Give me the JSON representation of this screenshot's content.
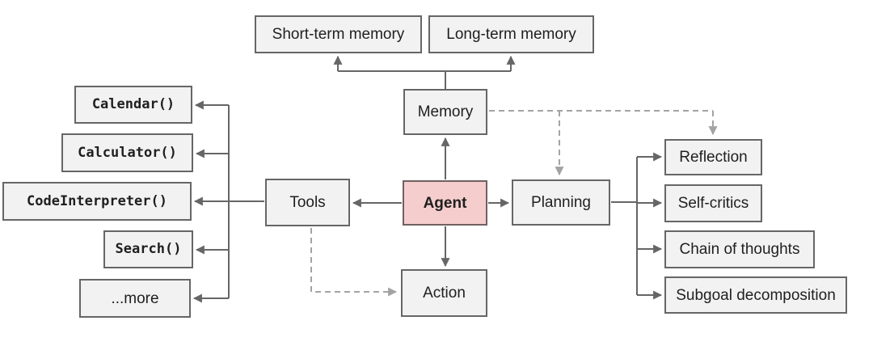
{
  "diagram": {
    "kind": "flowchart",
    "subject": "LLM agent architecture overview",
    "nodes": {
      "agent": {
        "label": "Agent"
      },
      "memory": {
        "label": "Memory"
      },
      "tools": {
        "label": "Tools"
      },
      "planning": {
        "label": "Planning"
      },
      "action": {
        "label": "Action"
      },
      "short_term": {
        "label": "Short-term memory"
      },
      "long_term": {
        "label": "Long-term memory"
      },
      "calendar": {
        "label": "Calendar()"
      },
      "calculator": {
        "label": "Calculator()"
      },
      "code_interpreter": {
        "label": "CodeInterpreter()"
      },
      "search": {
        "label": "Search()"
      },
      "more": {
        "label": "...more"
      },
      "reflection": {
        "label": "Reflection"
      },
      "self_critics": {
        "label": "Self-critics"
      },
      "chain_of_thoughts": {
        "label": "Chain of thoughts"
      },
      "subgoal": {
        "label": "Subgoal decomposition"
      }
    },
    "edges": [
      {
        "from": "agent",
        "to": "memory",
        "style": "solid"
      },
      {
        "from": "memory",
        "to": "short_term",
        "style": "solid"
      },
      {
        "from": "memory",
        "to": "long_term",
        "style": "solid"
      },
      {
        "from": "agent",
        "to": "tools",
        "style": "solid"
      },
      {
        "from": "agent",
        "to": "planning",
        "style": "solid"
      },
      {
        "from": "agent",
        "to": "action",
        "style": "solid"
      },
      {
        "from": "tools",
        "to": "calendar",
        "style": "solid"
      },
      {
        "from": "tools",
        "to": "calculator",
        "style": "solid"
      },
      {
        "from": "tools",
        "to": "code_interpreter",
        "style": "solid"
      },
      {
        "from": "tools",
        "to": "search",
        "style": "solid"
      },
      {
        "from": "tools",
        "to": "more",
        "style": "solid"
      },
      {
        "from": "planning",
        "to": "reflection",
        "style": "solid"
      },
      {
        "from": "planning",
        "to": "self_critics",
        "style": "solid"
      },
      {
        "from": "planning",
        "to": "chain_of_thoughts",
        "style": "solid"
      },
      {
        "from": "planning",
        "to": "subgoal",
        "style": "solid"
      },
      {
        "from": "memory",
        "to": "planning",
        "style": "dashed"
      },
      {
        "from": "memory",
        "to": "reflection",
        "style": "dashed"
      },
      {
        "from": "tools",
        "to": "action",
        "style": "dashed"
      }
    ],
    "colors": {
      "node_fill": "#f2f2f2",
      "node_border": "#666666",
      "agent_fill": "#f6cdcd",
      "agent_border": "#716060",
      "solid_edge": "#666666",
      "dashed_edge": "#a3a3a3",
      "text": "#1f1f1f"
    }
  }
}
